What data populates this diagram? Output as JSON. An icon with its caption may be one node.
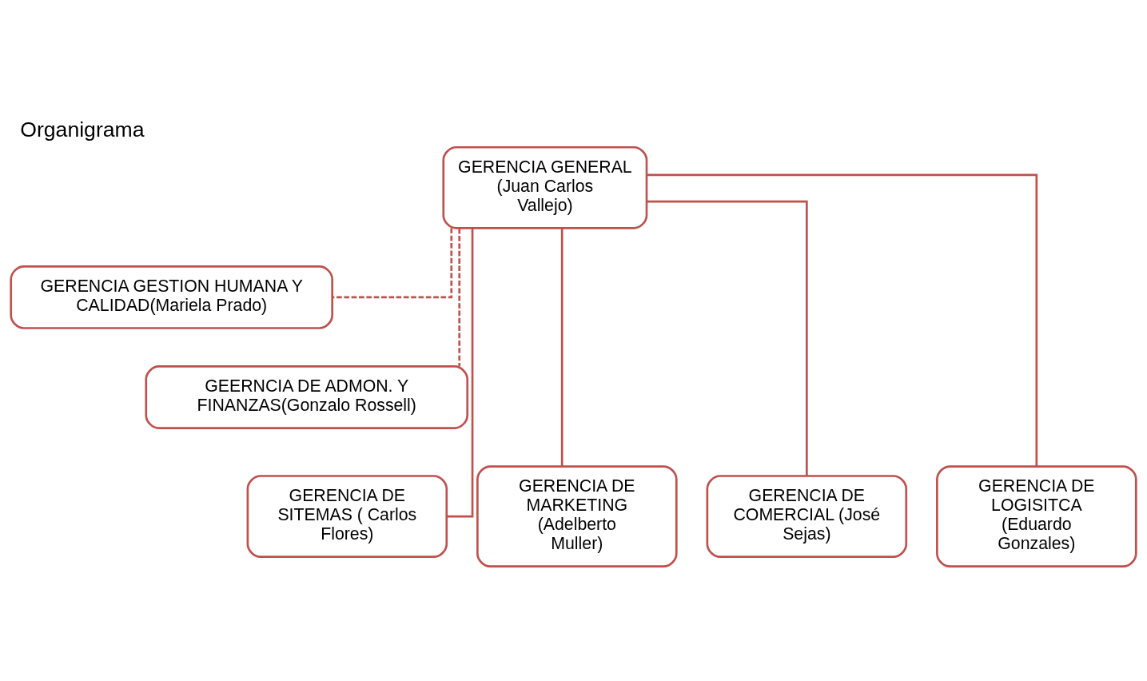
{
  "diagram": {
    "title": "Organigrama",
    "nodes": [
      {
        "text": [
          "GERENCIA GENERAL (Juan Carlos Vallejo)"
        ]
      },
      {
        "text": [
          "GERENCIA GESTION HUMANA Y CALIDAD(Mariela Prado)"
        ]
      },
      {
        "text": [
          "GEERNCIA DE ADMON. Y FINANZAS(Gonzalo Rossell)"
        ]
      },
      {
        "text": [
          "GERENCIA DE SITEMAS ( Carlos Flores)"
        ]
      },
      {
        "text": [
          "GERENCIA DE MARKETING (Adelberto Muller)"
        ]
      },
      {
        "text": [
          "GERENCIA DE COMERCIAL (José Sejas)"
        ]
      },
      {
        "text": [
          "GERENCIA DE LOGISITCA (Eduardo Gonzales)"
        ]
      }
    ],
    "edges": [
      {
        "from": 0,
        "to": 1,
        "arrow": "none",
        "style": "dashed"
      },
      {
        "from": 0,
        "to": 2,
        "arrow": "none",
        "style": "dashed"
      },
      {
        "from": 0,
        "to": 3,
        "arrow": "none"
      },
      {
        "from": 0,
        "to": 4,
        "arrow": "none"
      },
      {
        "from": 0,
        "to": 5,
        "arrow": "none"
      },
      {
        "from": 0,
        "to": 6,
        "arrow": "none"
      }
    ]
  }
}
